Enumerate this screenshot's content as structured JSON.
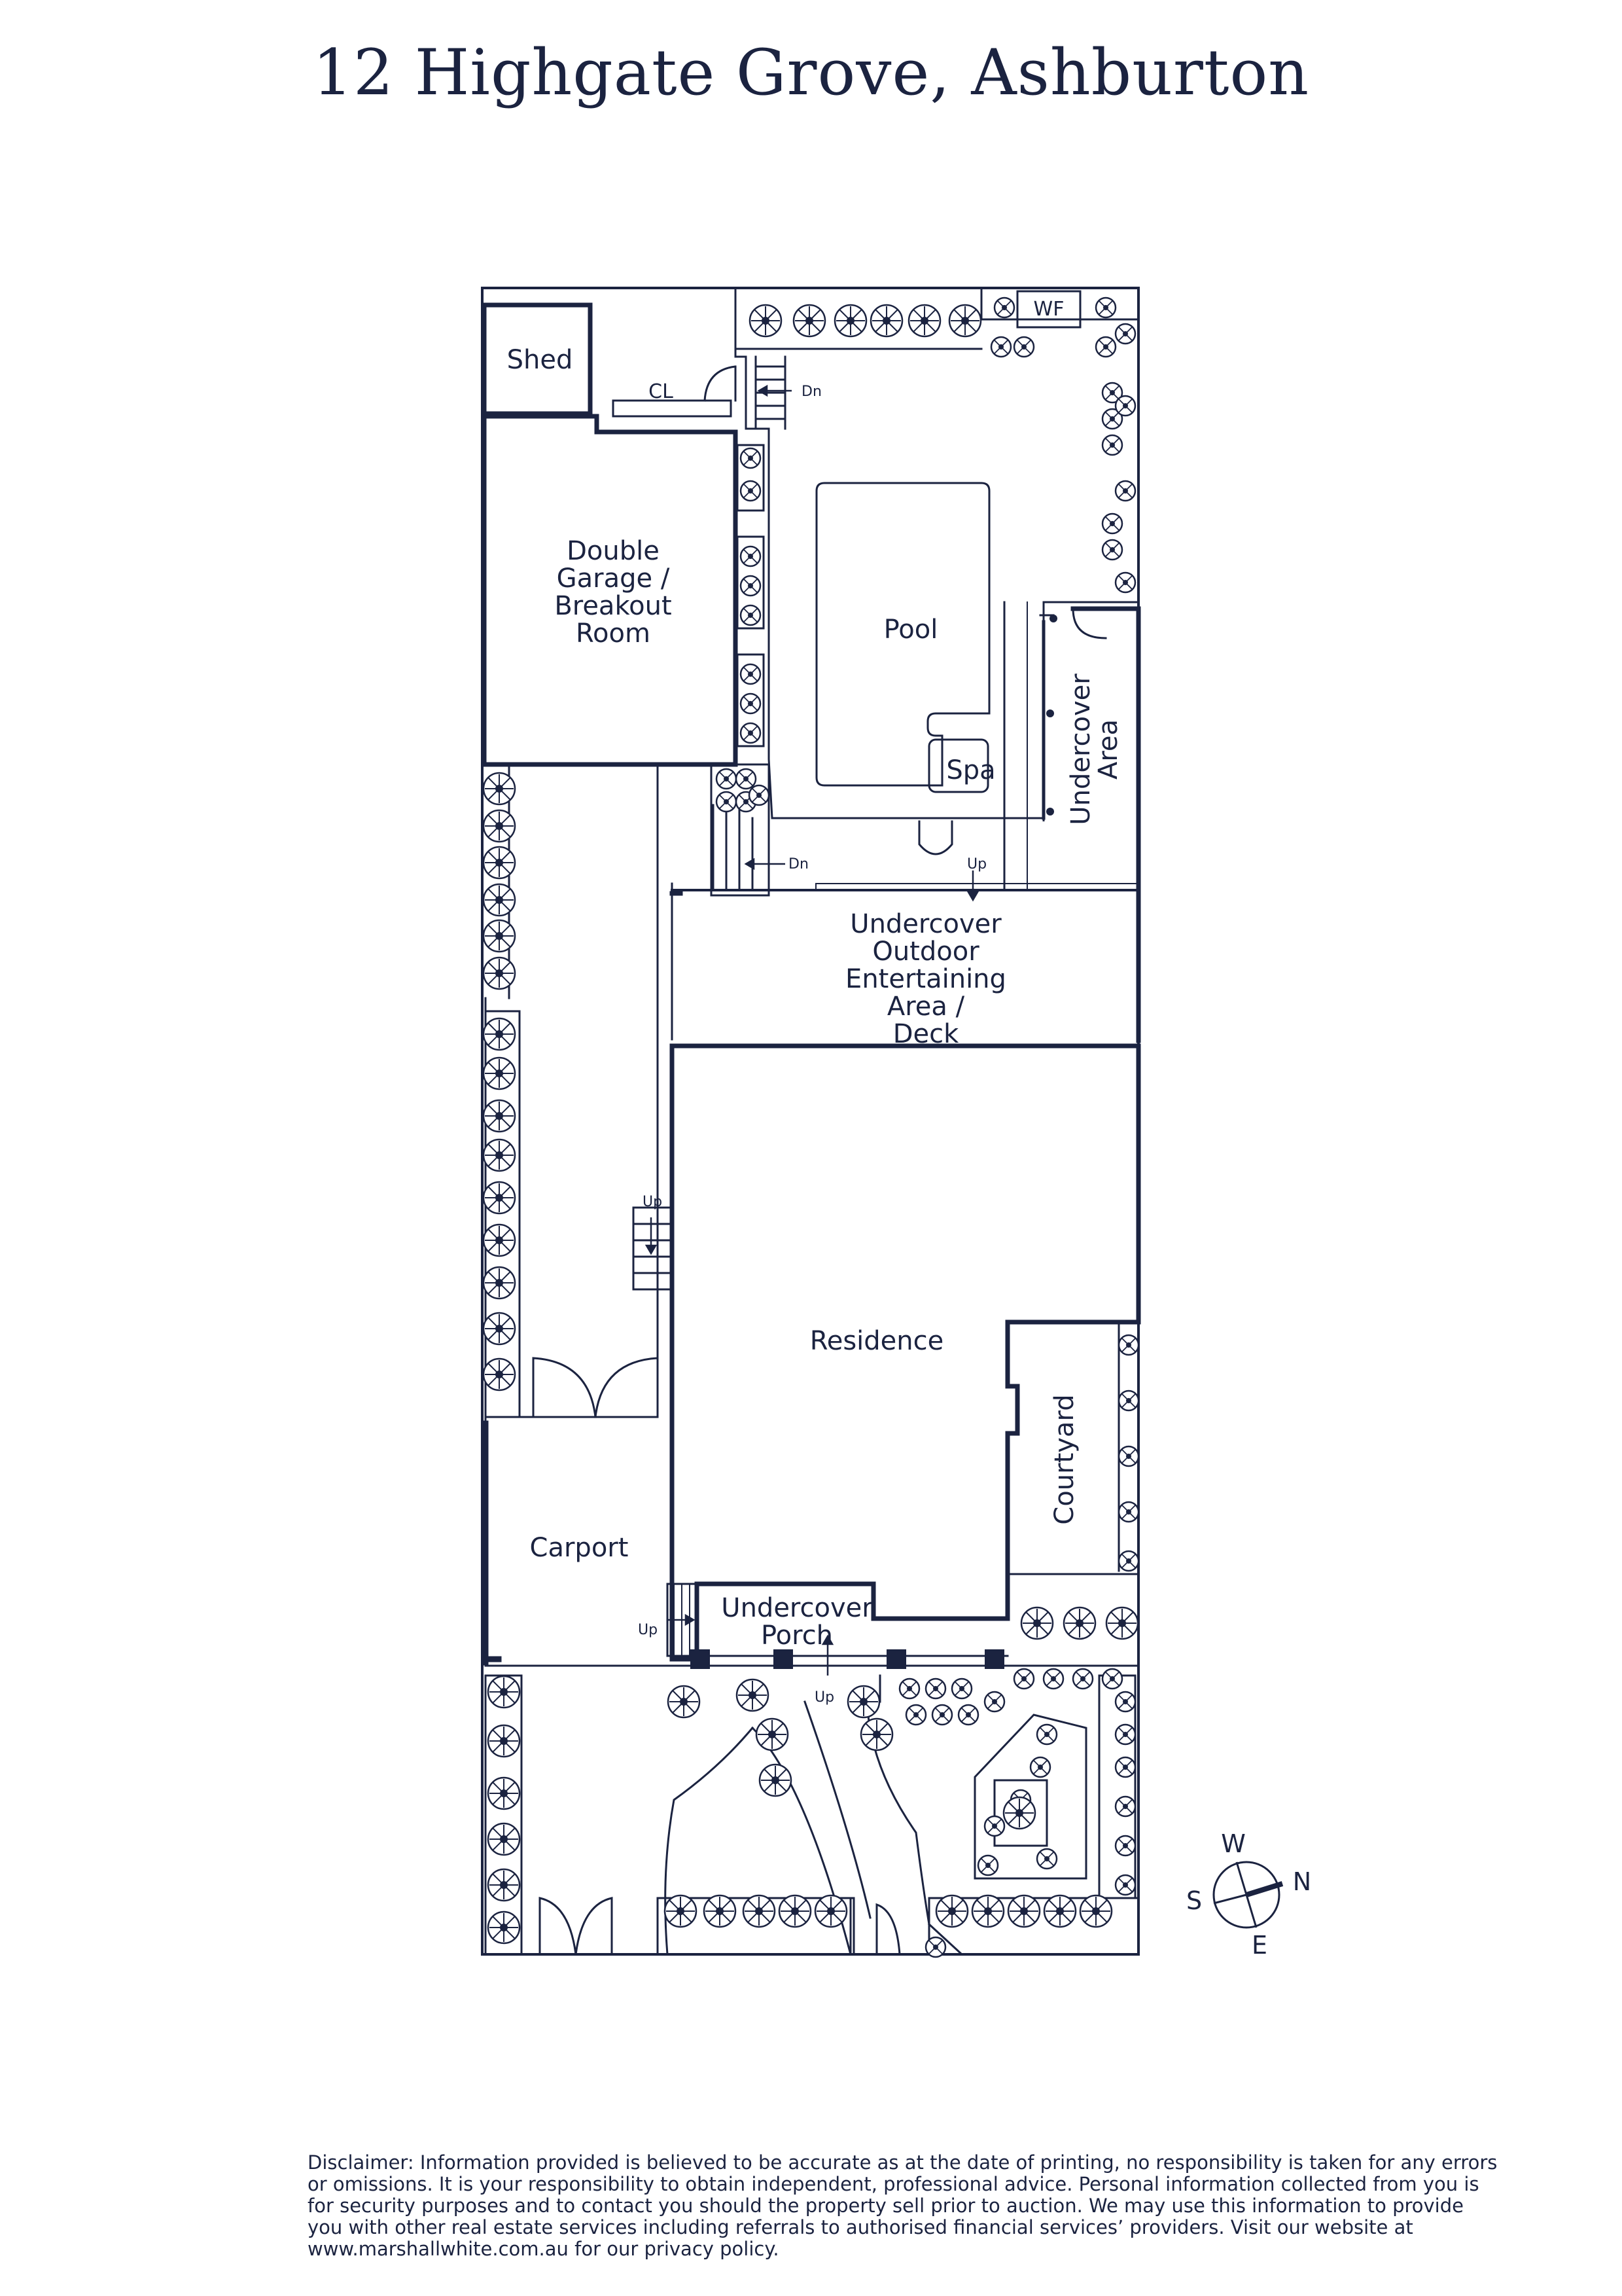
{
  "title": "12 Highgate Grove, Ashburton",
  "rooms": {
    "shed": "Shed",
    "cl": "CL",
    "wf": "WF",
    "garage": [
      "Double",
      "Garage /",
      "Breakout",
      "Room"
    ],
    "pool": "Pool",
    "spa": "Spa",
    "undercover_area": [
      "Undercover",
      "Area"
    ],
    "entertaining": [
      "Undercover",
      "Outdoor",
      "Entertaining",
      "Area /",
      "Deck"
    ],
    "residence": "Residence",
    "courtyard": "Courtyard",
    "carport": "Carport",
    "porch": [
      "Undercover",
      "Porch"
    ]
  },
  "stairs": {
    "dn": "Dn",
    "up": "Up"
  },
  "compass": {
    "n": "N",
    "s": "S",
    "e": "E",
    "w": "W"
  },
  "disclaimer": "Disclaimer: Information provided is believed to be accurate as at the date of printing, no responsibility is taken for any errors or omissions. It is your responsibility to obtain independent, professional advice. Personal information collected from you is for security purposes and to contact you should the property sell prior to auction. We may use this information to provide you with other real estate services including referrals to authorised financial services’ providers. Visit our website at www.marshallwhite.com.au for our privacy policy.",
  "colors": {
    "ink": "#1b2340"
  }
}
